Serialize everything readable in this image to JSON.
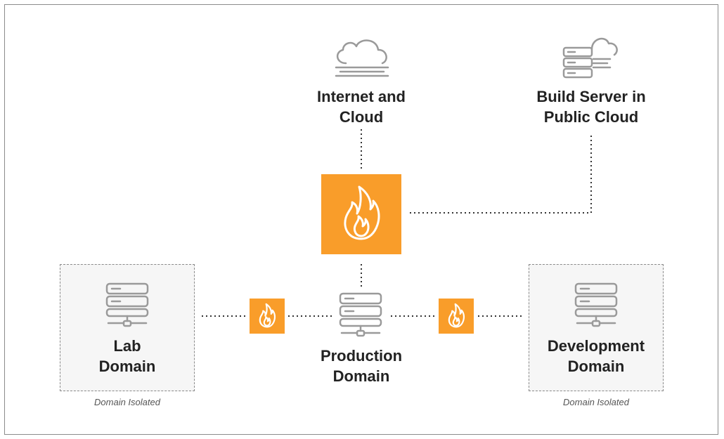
{
  "nodes": {
    "internet": {
      "line1": "Internet and",
      "line2": "Cloud"
    },
    "build_server": {
      "line1": "Build Server in",
      "line2": "Public Cloud"
    },
    "lab": {
      "line1": "Lab",
      "line2": "Domain",
      "caption": "Domain Isolated"
    },
    "production": {
      "line1": "Production",
      "line2": "Domain"
    },
    "development": {
      "line1": "Development",
      "line2": "Domain",
      "caption": "Domain Isolated"
    }
  },
  "colors": {
    "firewall": "#f99d2a",
    "icon_stroke": "#9a9a9a",
    "text": "#222222",
    "isolated_bg": "#f6f6f6"
  },
  "icons": [
    "cloud-icon",
    "cloud-server-icon",
    "firewall-icon",
    "server-icon"
  ]
}
